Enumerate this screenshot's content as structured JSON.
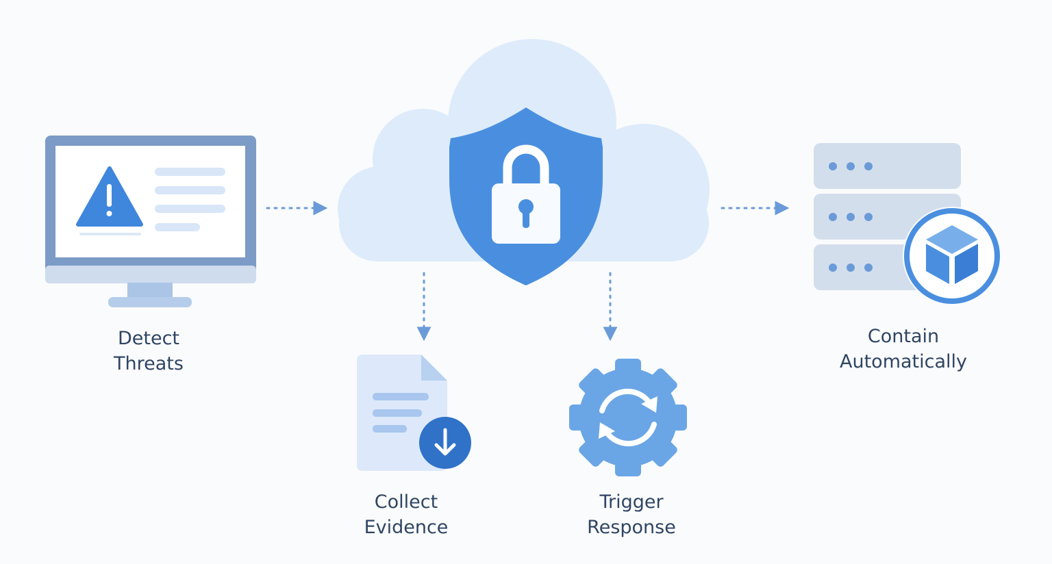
{
  "steps": {
    "detect": {
      "line1": "Detect",
      "line2": "Threats"
    },
    "collect": {
      "line1": "Collect",
      "line2": "Evidence"
    },
    "trigger": {
      "line1": "Trigger",
      "line2": "Response"
    },
    "contain": {
      "line1": "Contain",
      "line2": "Automatically"
    }
  },
  "icons": {
    "monitor": "monitor-warning-icon",
    "cloud": "cloud-icon",
    "shield": "shield-lock-icon",
    "document": "document-download-icon",
    "gear": "gear-sync-icon",
    "server": "server-stack-icon",
    "cube": "cube-icon"
  },
  "colors": {
    "primary": "#4a8fdf",
    "dark_primary": "#2f72c8",
    "light_blue": "#dcebfb",
    "monitor_frame": "#7c9bc6",
    "server_gray": "#d3deec",
    "text": "#2f4563"
  }
}
